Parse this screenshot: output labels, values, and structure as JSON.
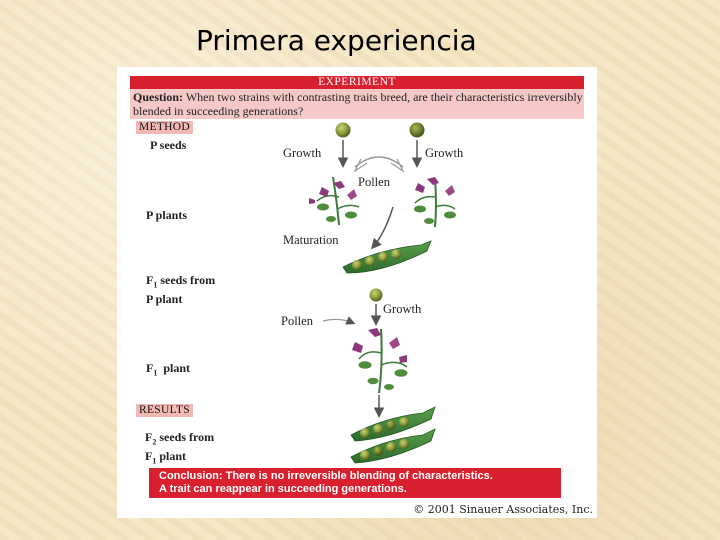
{
  "slide": {
    "title": "Primera experiencia"
  },
  "figure": {
    "header": "EXPERIMENT",
    "question_label": "Question:",
    "question_text": "When two strains with contrasting traits breed, are their characteristics irreversibly blended in succeeding generations?",
    "method_tag": "METHOD",
    "results_tag": "RESULTS",
    "stages": {
      "p_seeds": "P seeds",
      "p_plants": "P plants",
      "f1_seeds_a": "F",
      "f1_seeds_sub": "1",
      "f1_seeds_b": " seeds from",
      "f1_seeds_c": "P plant",
      "f1_plant_a": "F",
      "f1_plant_sub": "1",
      "f1_plant_b": "  plant",
      "f2_seeds_a": "F",
      "f2_seeds_sub": "2",
      "f2_seeds_b": " seeds from",
      "f2_seeds_c": "F",
      "f2_seeds_c_sub": "1",
      "f2_seeds_d": " plant"
    },
    "flow_labels": {
      "growth_left": "Growth",
      "growth_right": "Growth",
      "pollen_top": "Pollen",
      "maturation": "Maturation",
      "growth_mid": "Growth",
      "pollen_mid": "Pollen"
    },
    "conclusion_line1": "Conclusion: There is no irreversible blending of characteristics.",
    "conclusion_line2": "A trait can reappear in succeeding generations.",
    "copyright": "© 2001 Sinauer Associates, Inc."
  },
  "colors": {
    "header_red": "#d8202e",
    "question_pink": "#f6c8c8",
    "tag_pink": "#f2b9b4",
    "pea_green": "#5f7a2a",
    "pod_green": "#3d7a3a",
    "flower_purple": "#8a3a7a"
  }
}
